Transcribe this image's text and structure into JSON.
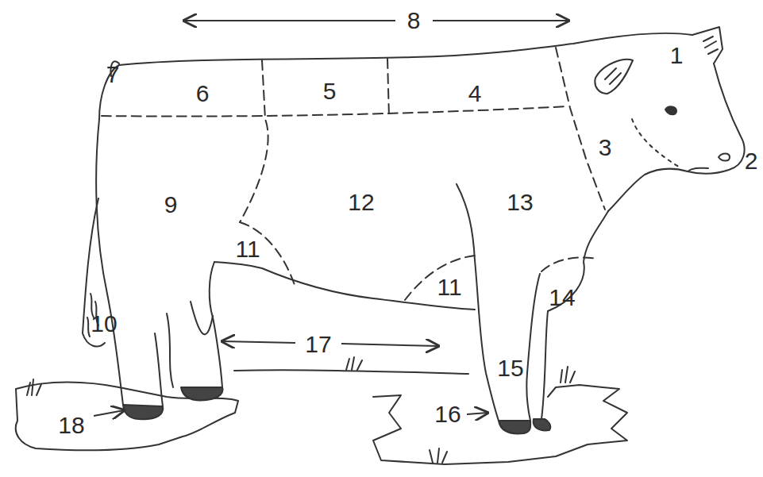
{
  "diagram": {
    "labels": [
      "1",
      "2",
      "3",
      "4",
      "5",
      "6",
      "7",
      "8",
      "9",
      "10",
      "11",
      "11",
      "12",
      "13",
      "14",
      "15",
      "16",
      "17",
      "18"
    ]
  }
}
